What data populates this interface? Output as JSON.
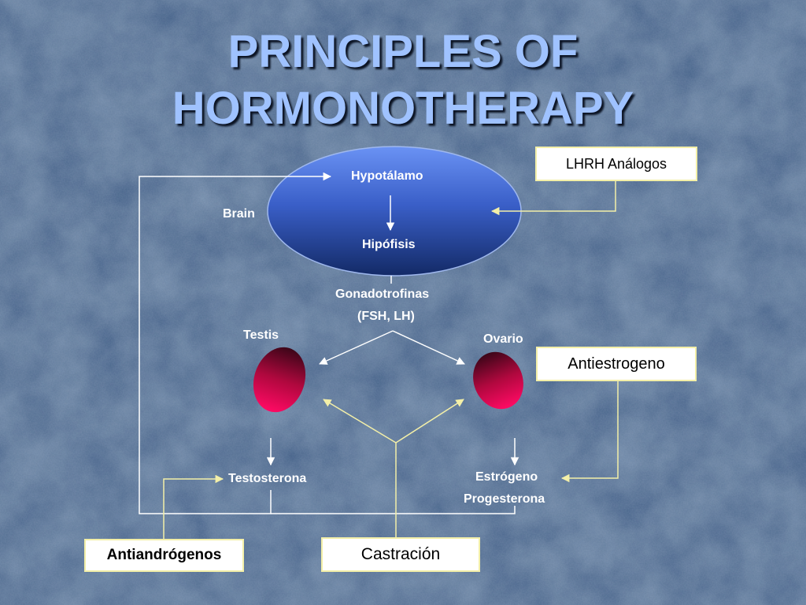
{
  "slide": {
    "title_line1": "PRINCIPLES OF",
    "title_line2": "HORMONOTHERAPY"
  },
  "diagram": {
    "brain_label": "Brain",
    "hypothalamus": "Hypotálamo",
    "pituitary": "Hipófisis",
    "gonadotropins": "Gonadotrofinas",
    "gonadotropins_detail": "(FSH, LH)",
    "testis": "Testis",
    "ovary": "Ovario",
    "testosterone": "Testosterona",
    "estrogen": "Estrógeno",
    "progesterone": "Progesterona"
  },
  "boxes": {
    "lhrh_analogs": "LHRH Análogos",
    "antiestrogen": "Antiestrogeno",
    "antiandrogens": "Antiandrógenos",
    "castration": "Castración"
  },
  "colors": {
    "background": "#4a6890",
    "title": "#9fc2ff",
    "ellipse_top": "#5f86ee",
    "ellipse_bottom": "#132a66",
    "gonad_top": "#4a0a1e",
    "gonad_bottom": "#ff0a64",
    "connector_yellow": "#f3efa8"
  }
}
